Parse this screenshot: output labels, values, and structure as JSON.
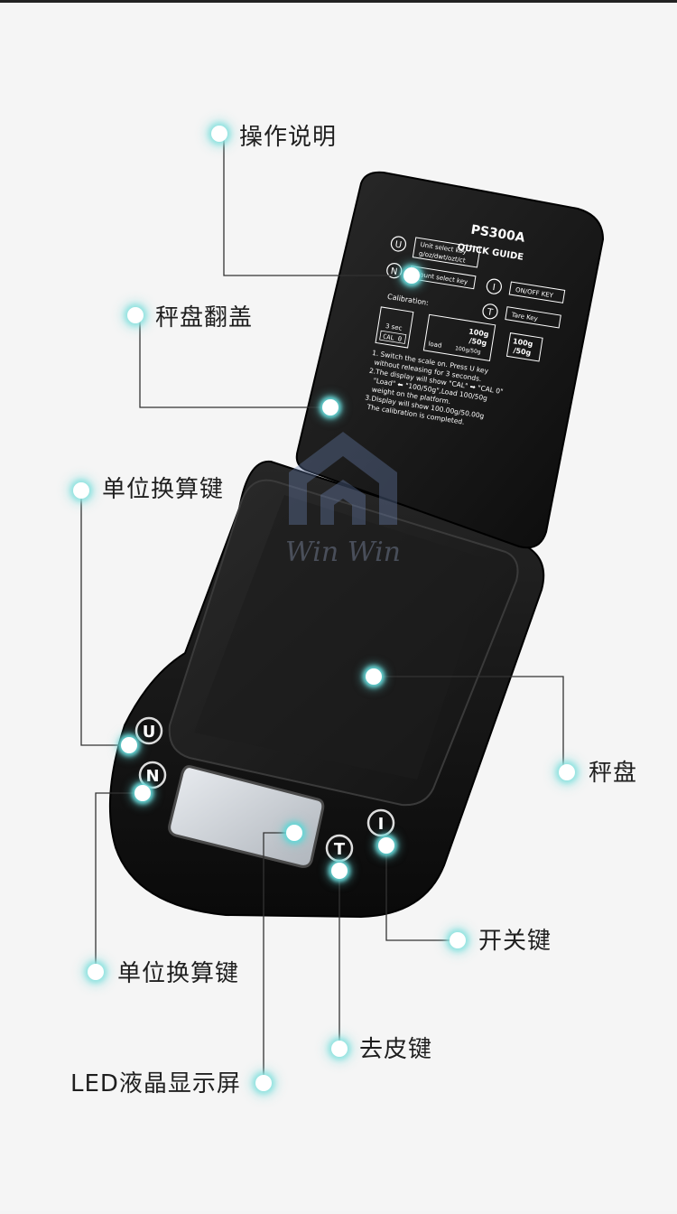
{
  "callouts": {
    "manual": "操作说明",
    "lid": "秤盘翻盖",
    "unit_key_top": "单位换算键",
    "platform": "秤盘",
    "power_key": "开关键",
    "unit_key_bottom": "单位换算键",
    "tare_key": "去皮键",
    "display": "LED液晶显示屏"
  },
  "watermark": {
    "text": "Win Win"
  },
  "quick_guide": {
    "model": "PS300A",
    "title": "QUICK GUIDE",
    "u_key": "U",
    "n_key": "N",
    "on_key": "I",
    "t_key": "T",
    "unit_select_line1": "Unit select key",
    "unit_select_line2": "g/oz/dwt/ozt/ct",
    "count_select": "Count select key",
    "on_off": "ON/OFF KEY",
    "tare": "Tare Key",
    "calibration_title": "Calibration:",
    "hold_3sec": "3 sec",
    "cal_0": "CAL 0",
    "load": "load",
    "load_weight": "100g/50g",
    "weight_top": "100g",
    "weight_bottom": "/50g",
    "done_top": "100g",
    "done_bottom": "/50g",
    "steps": [
      "1. Switch the scale on. Press  U  key",
      "without releasing for 3 seconds.",
      "2.The display will show \"CAL\" ➡ \"CAL 0\"",
      "\"Load\" ⬅ \"100/50g\",Load 100/50g",
      "weight on the platform.",
      "3.Display will show 100.00g/50.00g",
      "The calibration is completed."
    ]
  },
  "scale_keys": {
    "u": "U",
    "n": "N",
    "t": "T",
    "power": "I"
  },
  "colors": {
    "background": "#f5f5f5",
    "device": "#141414",
    "accent_glow": "#8fe3e0",
    "leader_line": "#333333"
  }
}
